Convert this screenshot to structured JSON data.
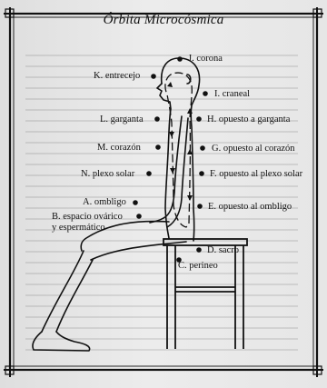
{
  "figure": {
    "title": "Órbita Microcósmica",
    "points": {
      "j": "J. corona",
      "k": "K. entrecejo",
      "i": "I. craneal",
      "l": "L. garganta",
      "h": "H. opuesto a garganta",
      "m": "M. corazón",
      "g": "G. opuesto al corazón",
      "n": "N. plexo solar",
      "f": "F. opuesto al plexo solar",
      "e": "E. opuesto al ombligo",
      "a": "A. ombligo",
      "b1": "B. espacio ovárico",
      "b2": "y espermático",
      "d": "D. sacro",
      "c": "C. perineo"
    }
  }
}
